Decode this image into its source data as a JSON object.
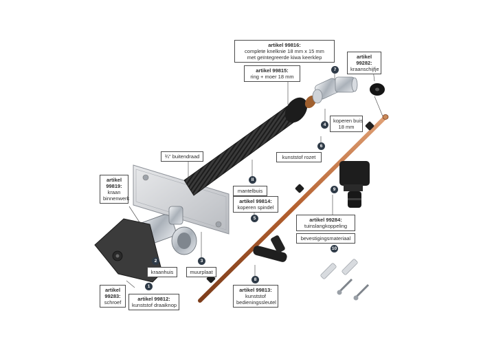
{
  "labels": {
    "a99816_title": "artikel 99816:",
    "a99816_line1": "complete knelknie 18 mm x 15 mm",
    "a99816_line2": "met geïntegreerde kiwa keerklep",
    "a99815_title": "artikel 99815:",
    "a99815_line1": "ring + moer 18 mm",
    "a99282_title": "artikel",
    "a99282_line1": "99282:",
    "a99282_line2": "kraanschijfje",
    "koperen_buis_1": "koperen buis",
    "koperen_buis_2": "18 mm",
    "kunststof_rozet": "kunststof rozet",
    "buitendraad": "¾\" buitendraad",
    "mantelbuis": "mantelbuis",
    "a99819_title": "artikel",
    "a99819_line1": "99819:",
    "a99819_line2": "kraan",
    "a99819_line3": "binnenwerk",
    "a99814_title": "artikel 99814:",
    "a99814_line1": "koperen spindel",
    "a99284_title": "artikel 99284:",
    "a99284_line1": "tuinslangkoppeling",
    "bevestigingsmateriaal": "bevestigingsmateriaal",
    "kraanhuis": "kraanhuis",
    "muurplaat": "muurplaat",
    "a99283_title": "artikel",
    "a99283_line1": "99283:",
    "a99283_line2": "schroef",
    "a99812_title": "artikel 99812:",
    "a99812_line1": "kunststof draaiknop",
    "a99813_title": "artikel 99813:",
    "a99813_line1": "kunststof",
    "a99813_line2": "bedieningssleutel"
  },
  "markers": {
    "m1": "1",
    "m2": "2",
    "m3": "3",
    "m4": "4",
    "m5": "5",
    "m6": "6",
    "m7": "7",
    "m8": "8",
    "m9": "9",
    "m10": "10",
    "m11": "II"
  },
  "colors": {
    "marker": "#2f3b48",
    "copper": "#b8643a",
    "rubber": "#2a2a2a",
    "chrome": "#c9ced4"
  }
}
